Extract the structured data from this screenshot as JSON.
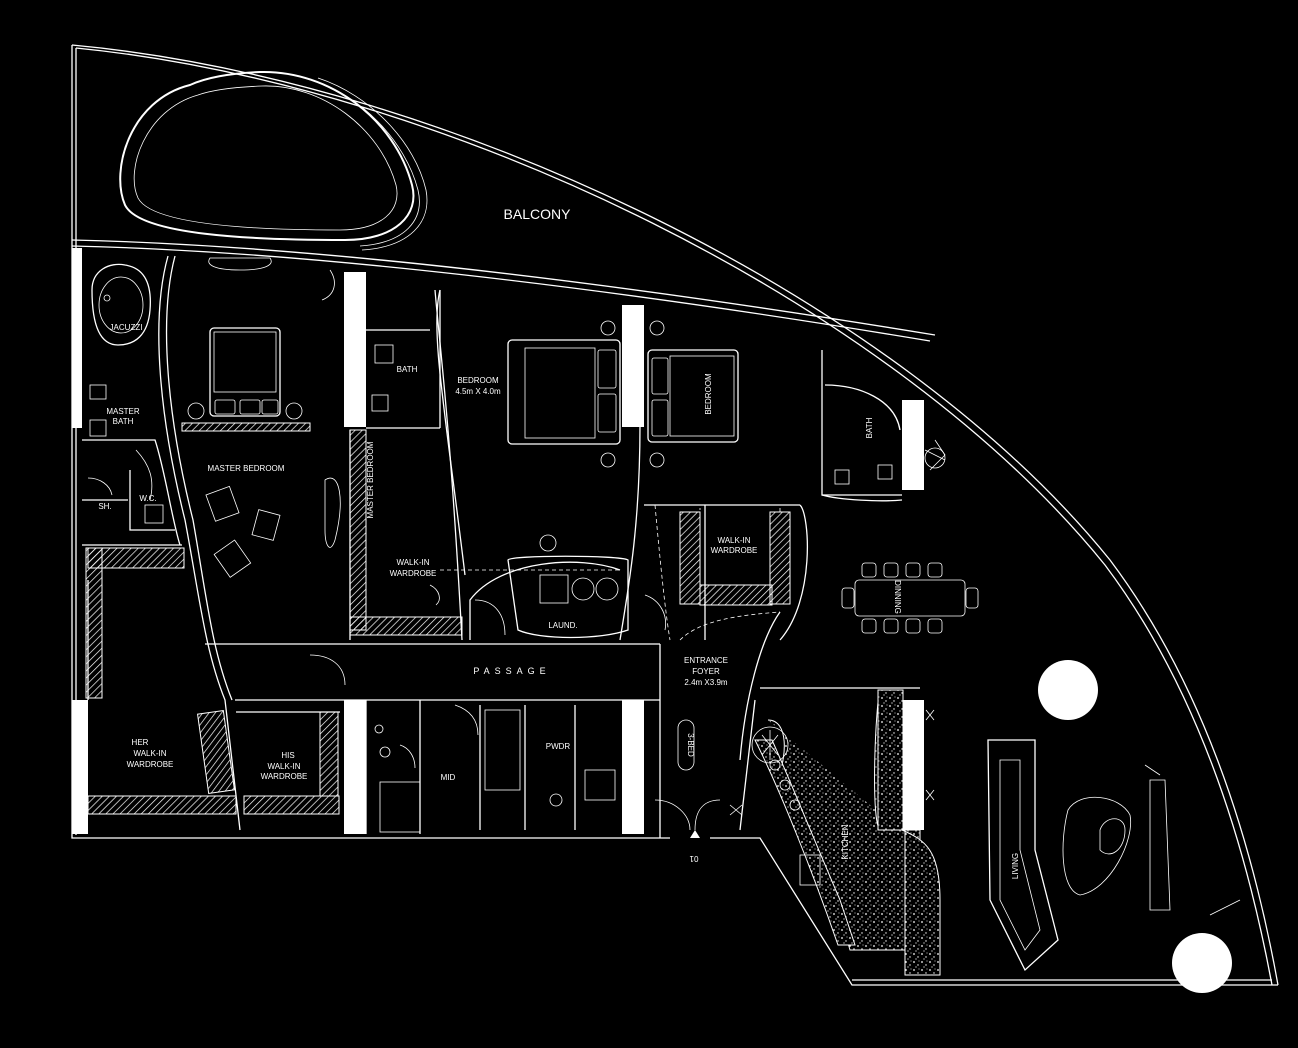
{
  "labels": {
    "balcony": "BALCONY",
    "jacuzzi": "JACUZZI",
    "master_bath_1": "MASTER",
    "master_bath_2": "BATH",
    "sh": "SH.",
    "wc": "W.C.",
    "master_bedroom": "MASTER BEDROOM",
    "master_bedroom_vertical": "MASTER BEDROOM",
    "bath_1": "BATH",
    "bedroom_1_name": "BEDROOM",
    "bedroom_1_size": "4.5m X 4.0m",
    "bedroom_2": "BEDROOM",
    "bath_2": "BATH",
    "walkin_1_a": "WALK-IN",
    "walkin_1_b": "WARDROBE",
    "walkin_2_a": "WALK-IN",
    "walkin_2_b": "WARDROBE",
    "laund": "LAUND.",
    "dinning": "DINNING",
    "passage": "PASSAGE",
    "entrance_1": "ENTRANCE",
    "entrance_2": "FOYER",
    "entrance_size": "2.4m X3.9m",
    "her_1": "HER",
    "her_2": "WALK-IN",
    "her_3": "WARDROBE",
    "his_1": "HIS",
    "his_2": "WALK-IN",
    "his_3": "WARDROBE",
    "mid": "MID",
    "pwdr": "PWDR",
    "three_bed": "3-BED",
    "kitchen": "KITCHEN",
    "living": "LIVING",
    "entry_mark": "01"
  },
  "colors": {
    "background": "#000000",
    "line": "#ffffff"
  }
}
